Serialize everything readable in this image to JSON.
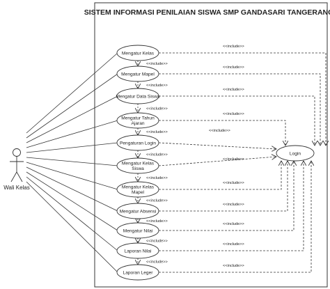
{
  "system_title": "SISTEM INFORMASI PENILAIAN SISWA SMP GANDASARI TANGERANG",
  "actor": "Wali Kelas",
  "include_label": "<<include>>",
  "use_cases": [
    [
      "Mengatur Kelas"
    ],
    [
      "Mengatur  Mapel"
    ],
    [
      "Mengatur Data Siswa"
    ],
    [
      "Mengatur Tahun",
      "Ajaran"
    ],
    [
      "Pengaturan Login"
    ],
    [
      "Mengatur Kelas",
      "Siswa"
    ],
    [
      "Mengatur Kelas",
      "Mapel"
    ],
    [
      "Mengatur Absensi"
    ],
    [
      "Mengatur Nilai"
    ],
    [
      "Laporan Nilai"
    ],
    [
      "Laporan Leger"
    ]
  ],
  "login": "Login"
}
